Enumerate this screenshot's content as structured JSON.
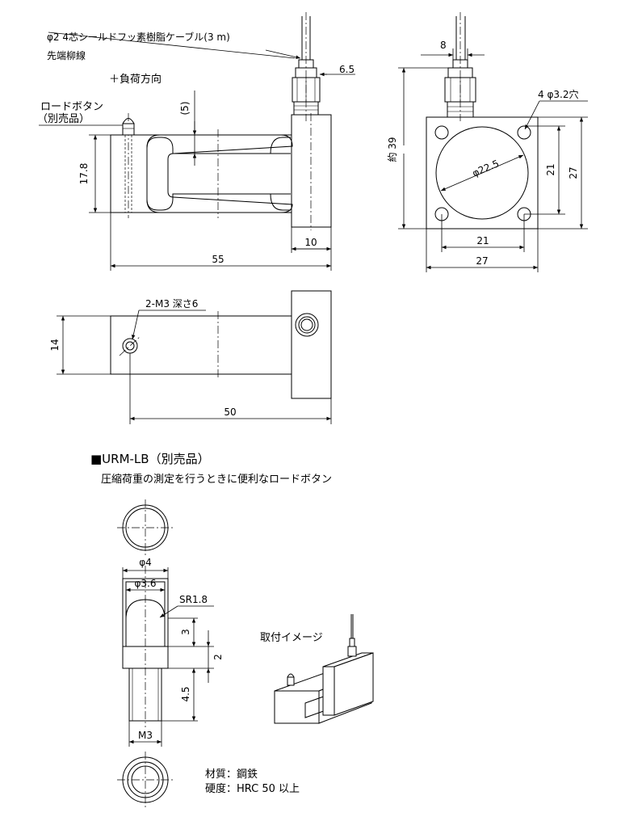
{
  "labels": {
    "cable": "φ2  4芯シールドフッ素樹脂ケーブル(3 m)",
    "cable_end": "先端柳線",
    "load_direction": "＋負荷方向",
    "load_button_1": "ロードボタン",
    "load_button_2": "（別売品）",
    "gap": "(5)",
    "hole_spec": "4  φ3.2穴",
    "diameter": "φ22.5",
    "approx": "約 39",
    "tapped": "2-M3 深さ6",
    "section_title": "■URM-LB（別売品）",
    "section_subtitle": "圧縮荷重の測定を行うときに便利なロードボタン",
    "mount_image": "取付イメージ",
    "material": "材質：鋼鉄",
    "hardness": "硬度：HRC 50 以上"
  },
  "dims": {
    "d6_5": "6.5",
    "d17_8": "17.8",
    "d10": "10",
    "d55": "55",
    "d8": "8",
    "d21v": "21",
    "d27v": "27",
    "d21h": "21",
    "d27h": "27",
    "d14": "14",
    "d50": "50",
    "phi4": "φ4",
    "phi3_6": "φ3.6",
    "sr1_8": "SR1.8",
    "b3": "3",
    "b2": "2",
    "b4_5": "4.5",
    "m3": "M3"
  }
}
